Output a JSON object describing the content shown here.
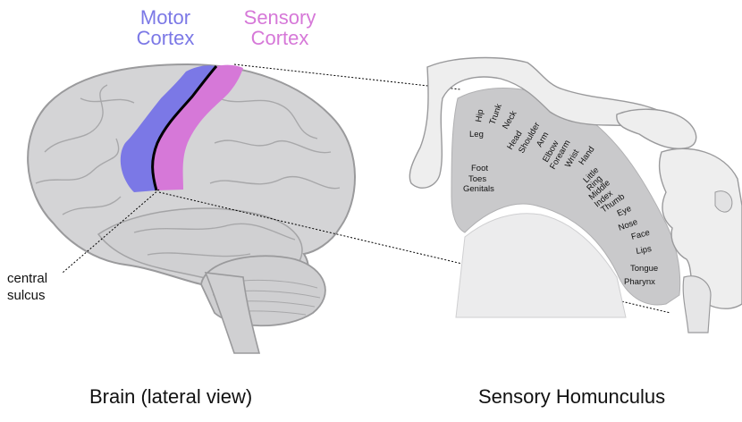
{
  "labels": {
    "motor_cortex": "Motor\nCortex",
    "sensory_cortex": "Sensory\nCortex",
    "central_sulcus": "central\nsulcus",
    "left_caption": "Brain (lateral view)",
    "right_caption": "Sensory Homunculus"
  },
  "body_parts": [
    "Hip",
    "Trunk",
    "Neck",
    "Leg",
    "Head",
    "Shoulder",
    "Arm",
    "Elbow",
    "Forearm",
    "Wrist",
    "Hand",
    "Foot",
    "Toes",
    "Genitals",
    "Little",
    "Ring",
    "Middle",
    "Index",
    "Thumb",
    "Eye",
    "Nose",
    "Face",
    "Lips",
    "Tongue",
    "Pharynx"
  ],
  "colors": {
    "motor": "#7b78e6",
    "sensory": "#d678d8",
    "brain_fill": "#d4d4d6",
    "brain_stroke": "#9a9a9c",
    "homunculus_fill": "#eeeeee",
    "cortex_slice": "#c9c9cb"
  }
}
